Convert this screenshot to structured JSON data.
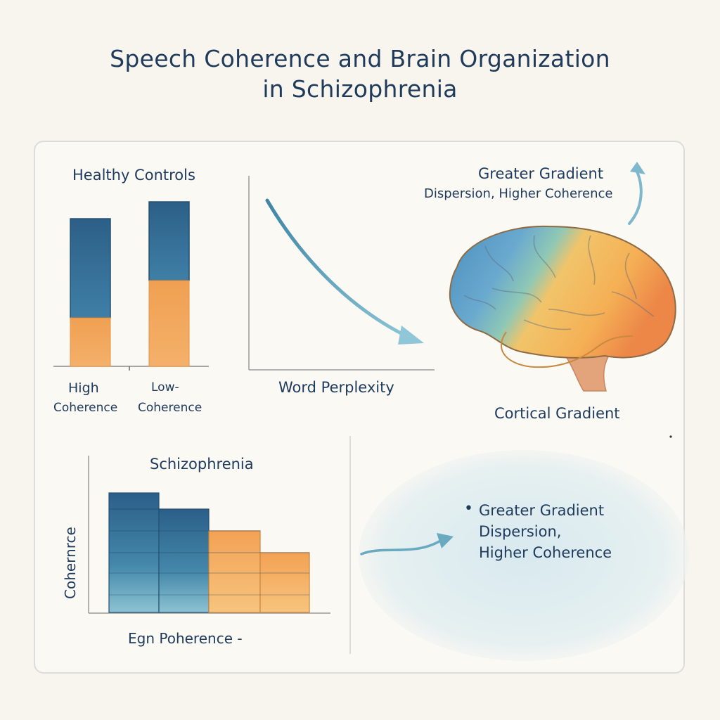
{
  "title": {
    "line1": "Speech Coherence and Brain Organization",
    "line2": "in Schizophrenia"
  },
  "healthy_panel": {
    "heading": "Healthy Controls",
    "high_label_line1": "High",
    "high_label_line2": "Coherence",
    "low_label_line1": "Low-",
    "low_label_line2": "Coherence",
    "colors": {
      "blue": "#2f6a92",
      "orange": "#f0a054"
    }
  },
  "perplexity_panel": {
    "xlabel": "Word Perplexity"
  },
  "brain_panel": {
    "annotation_line1": "Greater Gradient",
    "annotation_line2": "Dispersion, Higher Coherence",
    "caption": "Cortical Gradient",
    "icon": "brain-icon"
  },
  "schizophrenia_panel": {
    "heading": "Schizophrenia",
    "ylabel": "Cohernrce",
    "xlabel": "Egn Poherence -"
  },
  "summary_panel": {
    "bullet_line1": "Greater Gradient",
    "bullet_line2": "Dispersion,",
    "bullet_line3": "Higher Coherence"
  }
}
